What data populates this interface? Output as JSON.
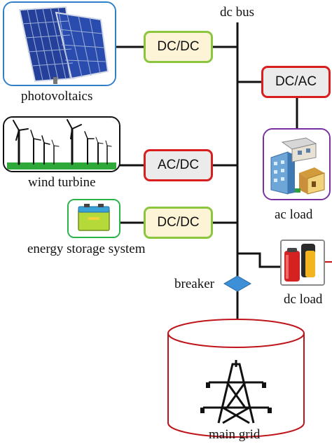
{
  "bus_label": "dc bus",
  "sources": {
    "pv": {
      "label": "photovoltaics",
      "icon": "solar-panel-icon",
      "converter": "DC/DC",
      "frame_color": "#2f80c8"
    },
    "wind": {
      "label": "wind turbine",
      "icon": "wind-turbine-icon",
      "converter": "AC/DC",
      "frame_color": "#111111"
    },
    "storage": {
      "label": "energy storage system",
      "icon": "battery-icon",
      "converter": "DC/DC",
      "frame_color": "#2bb34a"
    }
  },
  "loads": {
    "ac": {
      "label": "ac load",
      "icon": "buildings-icon",
      "converter": "DC/AC",
      "frame_color": "#7a2fa0"
    },
    "dc": {
      "label": "dc load",
      "icon": "batteries-icon"
    }
  },
  "breaker_label": "breaker",
  "grid_label": "main grid",
  "colors": {
    "dcdc_fill": "#fdf3d6",
    "dcdc_border": "#8cc63f",
    "acdc_fill": "#ebebeb",
    "acdc_border": "#d81e1e",
    "breaker": "#3d8fd6",
    "grid_outline": "#c0141b"
  }
}
